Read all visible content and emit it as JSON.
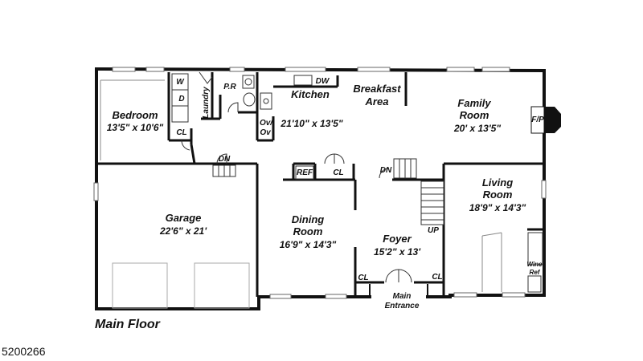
{
  "plan": {
    "title": "Main Floor",
    "listing_id": "5200266",
    "rooms": {
      "bedroom": {
        "name": "Bedroom",
        "dims": "13'5\" x 10'6\""
      },
      "garage": {
        "name": "Garage",
        "dims": "22'6\" x 21'"
      },
      "kitchen": {
        "name": "Kitchen",
        "dims": "21'10\" x 13'5\""
      },
      "breakfast": {
        "name1": "Breakfast",
        "name2": "Area"
      },
      "family": {
        "name1": "Family",
        "name2": "Room",
        "dims": "20' x 13'5\""
      },
      "living": {
        "name1": "Living",
        "name2": "Room",
        "dims": "18'9\" x 14'3\""
      },
      "dining": {
        "name1": "Dining",
        "name2": "Room",
        "dims": "16'9\" x 14'3\""
      },
      "foyer": {
        "name": "Foyer",
        "dims": "15'2\" x 13'"
      }
    },
    "labels": {
      "w": "W",
      "d": "D",
      "laundry": "Laundry",
      "pr": "P.R",
      "dw": "DW",
      "ovov1": "Ov/",
      "ovov2": "Ov",
      "cl": "CL",
      "dn": "DN",
      "up": "UP",
      "ref": "REF",
      "fp": "F/P",
      "wine1": "Wine",
      "wine2": "Ref",
      "entrance1": "Main",
      "entrance2": "Entrance"
    }
  }
}
